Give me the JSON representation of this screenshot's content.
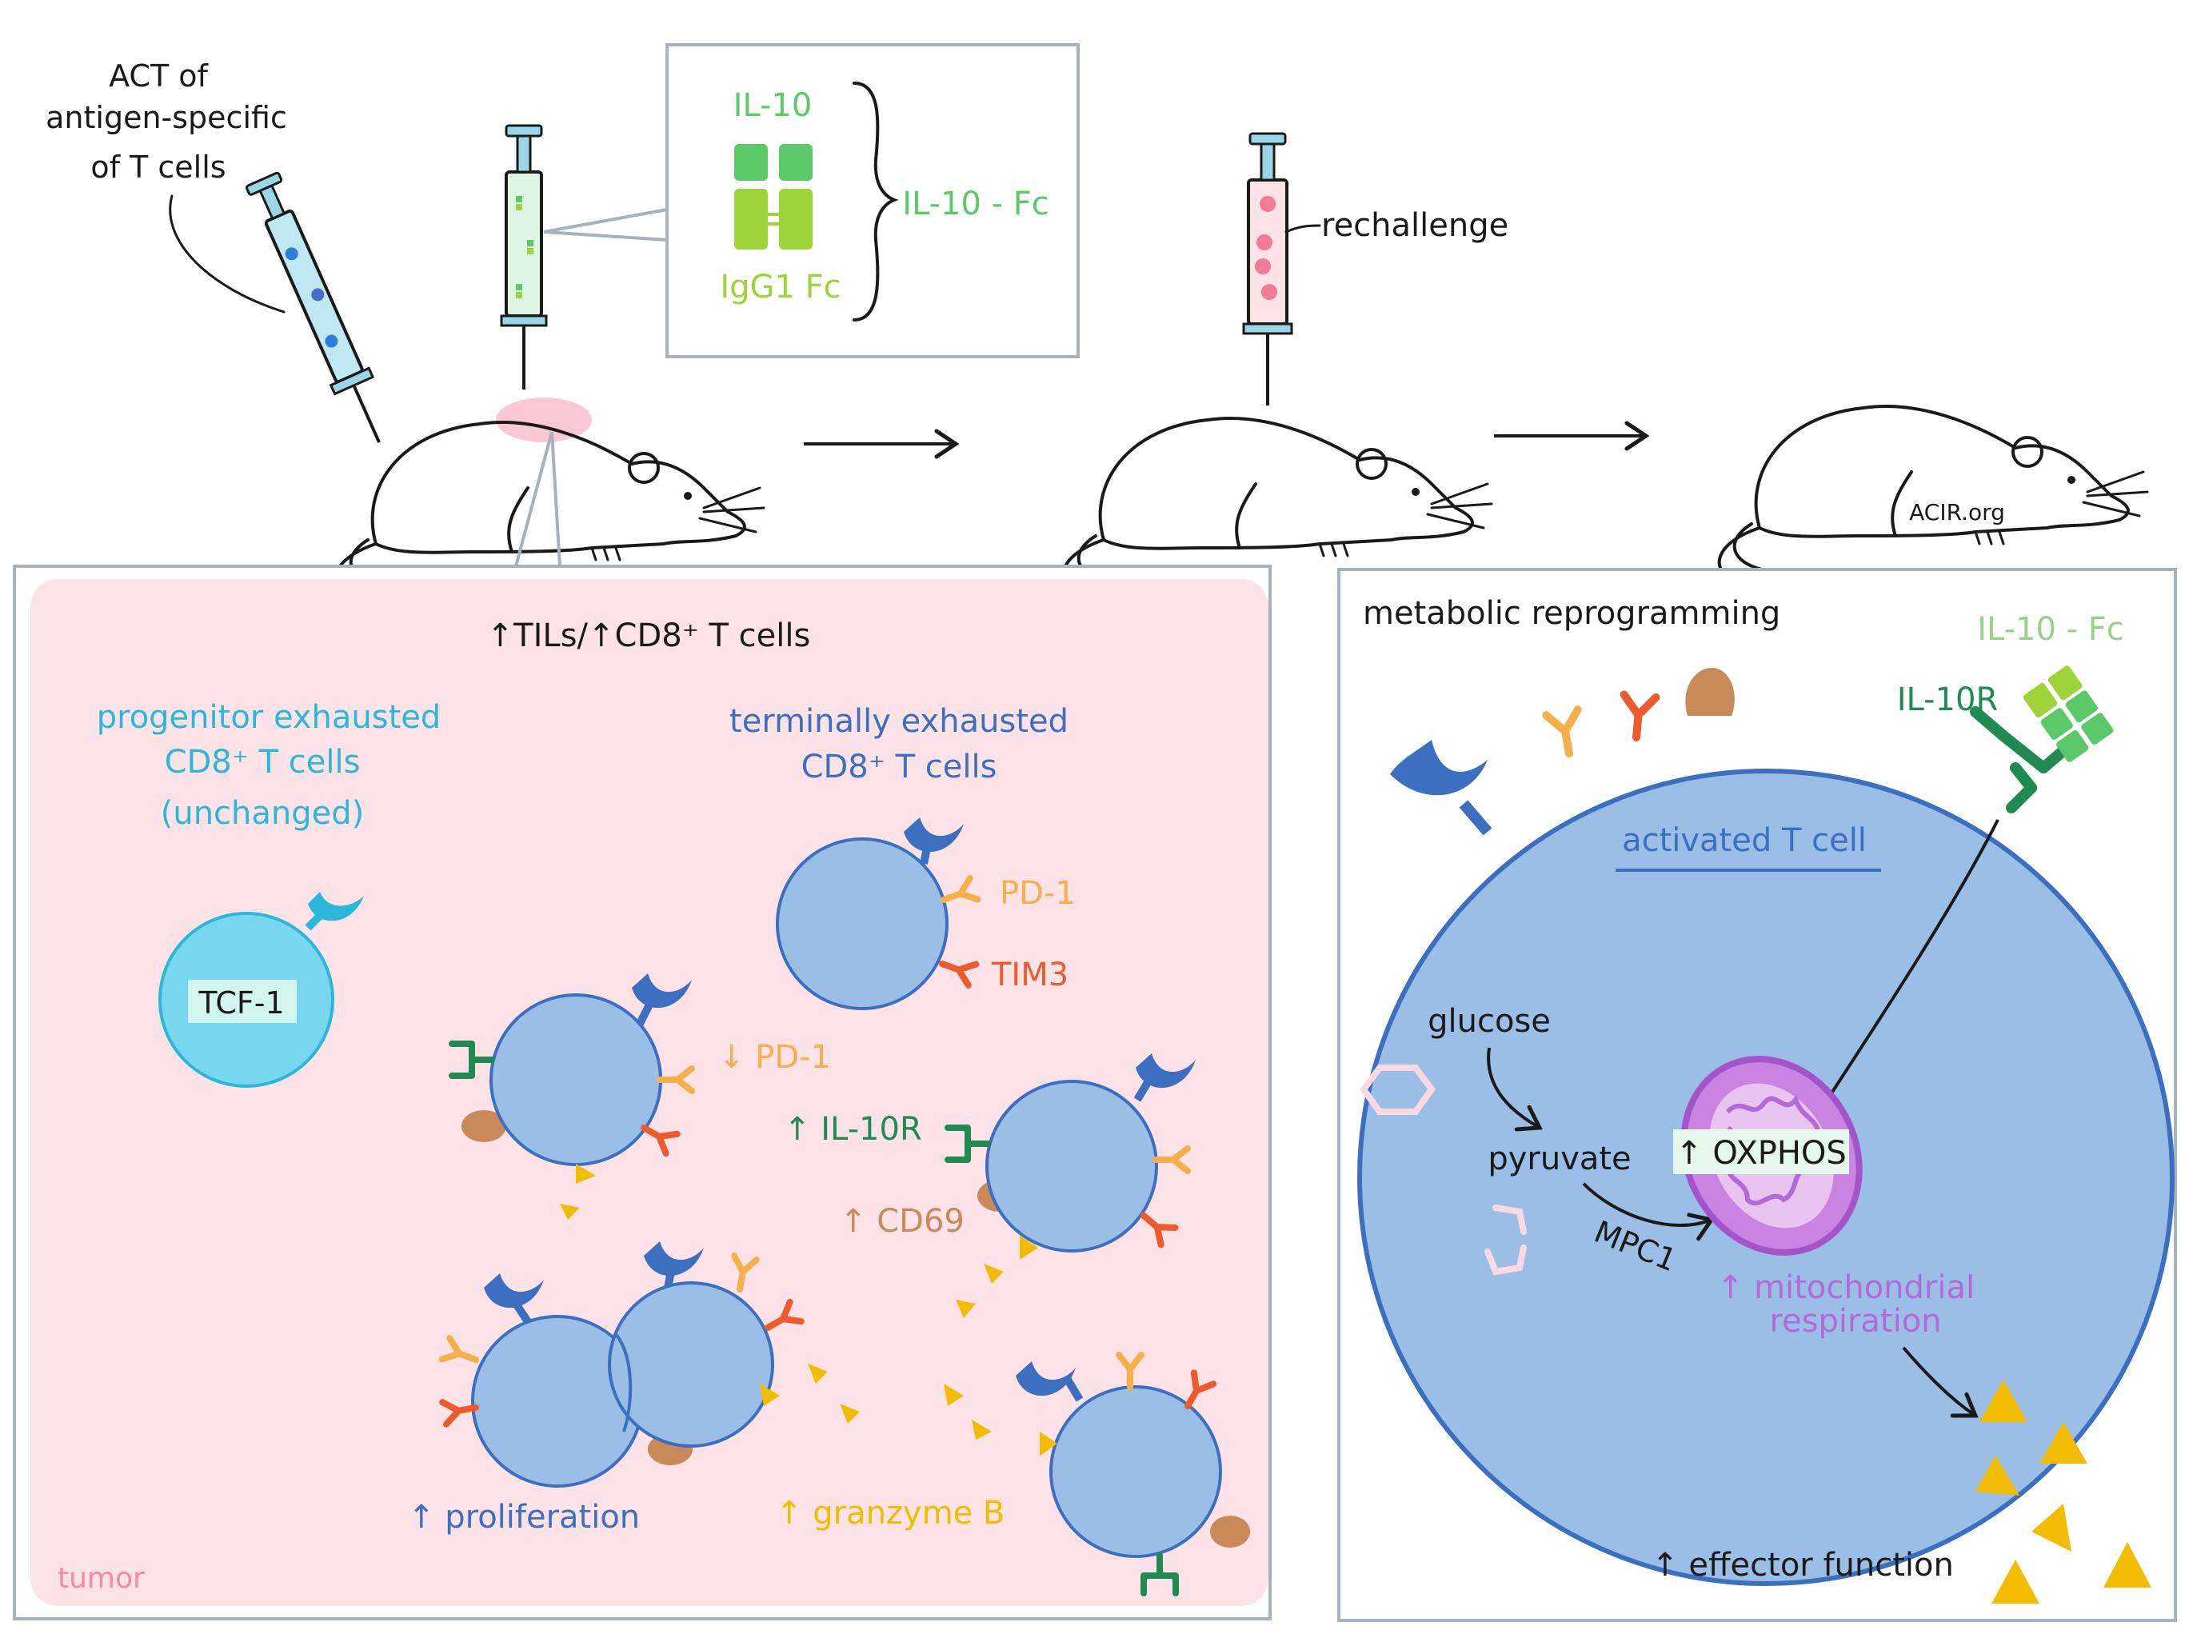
{
  "labels": {
    "act": [
      "ACT of",
      "antigen-specific",
      "of T cells"
    ],
    "il10": "IL-10",
    "igg1_fc": "IgG1 Fc",
    "il10_fc": "IL-10 - Fc",
    "rechallenge": "rechallenge",
    "acir": "ACIR.org",
    "tils": "↑TILs/↑CD8⁺ T cells",
    "progenitor": [
      "progenitor exhausted",
      "CD8⁺ T cells",
      "(unchanged)"
    ],
    "tcf1": "TCF-1",
    "terminal": [
      "terminally exhausted",
      "CD8⁺ T cells"
    ],
    "pd1": "PD-1",
    "tim3": "TIM3",
    "down_pd1": "↓ PD-1",
    "up_il10r": "↑ IL-10R",
    "up_cd69": "↑ CD69",
    "up_proliferation": "↑ proliferation",
    "up_granzyme": "↑ granzyme B",
    "tumor": "tumor",
    "metabolic": "metabolic  reprogramming",
    "right_il10_fc": "IL-10 - Fc",
    "il10r": "IL-10R",
    "activated": "activated  T cell",
    "glucose": "glucose",
    "pyruvate": "pyruvate",
    "mpc1": "MPC1",
    "oxphos": "↑ OXPHOS",
    "mito": [
      "↑ mitochondrial",
      "respiration"
    ],
    "effector": "↑ effector function"
  },
  "colors": {
    "il10_green": "#5bc96a",
    "fc_lime": "#9fd33a",
    "cyan": "#2bb7d9",
    "blue": "#3c6fbf",
    "cell_fill": "#9bbee6",
    "pd1_orange": "#f5b04c",
    "tim3_red": "#ee5a2b",
    "il10r_dark_green": "#1f8a52",
    "cd69_tan": "#c98a5a",
    "granzyme_yellow": "#f2bd00",
    "tumor_pink": "#fde3e8",
    "mito_purple": "#b46ad6"
  }
}
